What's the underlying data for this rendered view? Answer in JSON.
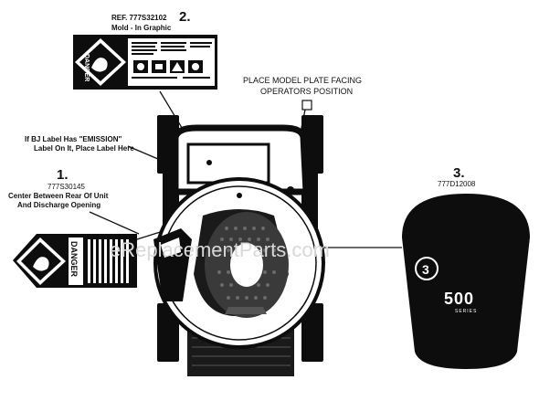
{
  "callouts": {
    "label2": {
      "number": "2.",
      "ref": "REF. 777S32102",
      "note": "Mold - In Graphic"
    },
    "model_plate": {
      "line1": "PLACE MODEL PLATE FACING",
      "line2": "OPERATORS POSITION"
    },
    "emission": {
      "line1": "If BJ Label Has \"EMISSION\"",
      "line2": "Label On It, Place Label Here"
    },
    "label1": {
      "number": "1.",
      "part": "777S30145",
      "line1": "Center Between Rear Of Unit",
      "line2": "And Discharge Opening"
    },
    "label3": {
      "number": "3.",
      "part": "777D12008"
    }
  },
  "decals": {
    "danger_word": "DANGER",
    "series_number": "500",
    "series_word": "SERIES",
    "badge_numeral": "3"
  },
  "watermark": "eReplacementParts.com",
  "colors": {
    "ink": "#111111",
    "decal_black": "#0d0d0d",
    "watermark": "#d8d8d8"
  }
}
